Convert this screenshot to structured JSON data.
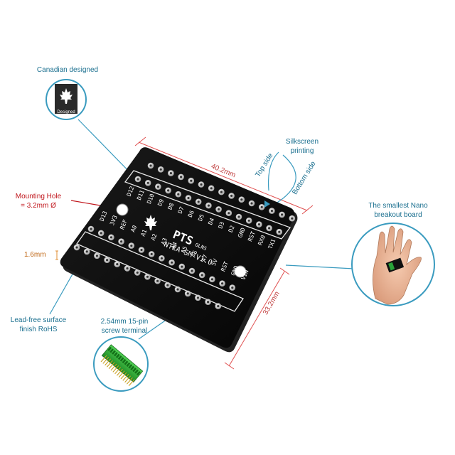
{
  "callouts": {
    "canadian": "Canadian designed",
    "designed_badge": "Designed",
    "mounting_line1": "Mounting Hole",
    "mounting_line2": "= 3.2mm Ø",
    "thickness": "1.6mm",
    "leadfree_line1": "Lead-free surface",
    "leadfree_line2": "finish RoHS",
    "terminal_line1": "2.54mm 15-pin",
    "terminal_line2": "screw terminal",
    "silkscreen_line1": "Silkscreen",
    "silkscreen_line2": "printing",
    "top_side": "Top side",
    "bottom_side": "Bottom side",
    "nano_line1": "The smallest Nano",
    "nano_line2": "breakout board"
  },
  "dimensions": {
    "width": "40.2mm",
    "height": "33.2mm"
  },
  "pcb": {
    "brand": "PTS",
    "brand_suffix": "OLNS",
    "model": "NTEA-SM V1.0",
    "top_row_pins": [
      "D12",
      "D11",
      "D10",
      "D9",
      "D8",
      "D7",
      "D6",
      "D5",
      "D4",
      "D3",
      "D2",
      "GND",
      "RST",
      "RX0",
      "TX1"
    ],
    "bottom_row_pins": [
      "D13",
      "3V3",
      "REF",
      "A0",
      "A1",
      "A2",
      "A3",
      "A4",
      "A5",
      "A6",
      "A7",
      "5V",
      "RST",
      "GND",
      "VIN"
    ]
  },
  "colors": {
    "callout_text": "#1a6f8f",
    "callout_line": "#3a9bbf",
    "mounting_text": "#c0151b",
    "dimension_line": "#e05050",
    "pcb": "#0d0d0d",
    "pad": "#d8d8d8"
  },
  "icons": [
    "maple-leaf-icon",
    "hand-icon",
    "screw-terminal-icon"
  ]
}
